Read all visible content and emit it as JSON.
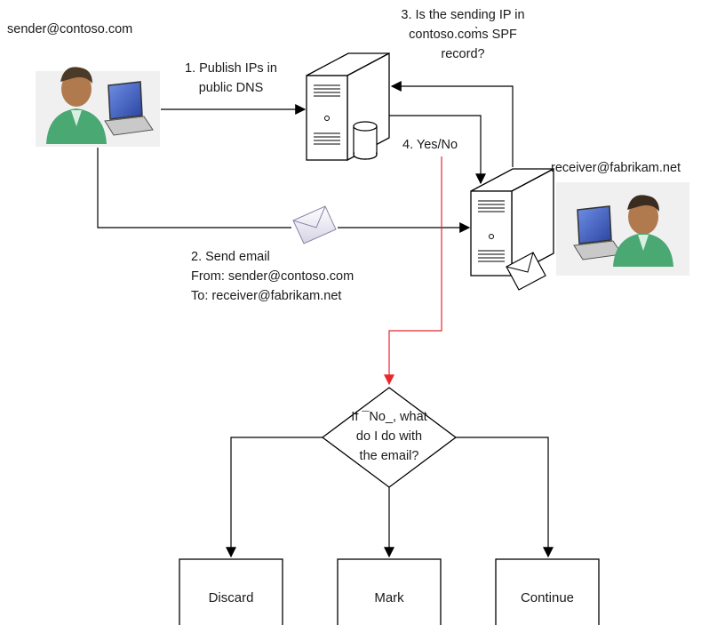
{
  "sender": {
    "address": "sender@contoso.com"
  },
  "receiver": {
    "address": "receiver@fabrikam.net"
  },
  "steps": {
    "step1": {
      "line1": "1. Publish IPs in",
      "line2": "public DNS"
    },
    "step2": {
      "line1": "2. Send email",
      "line2": "From: sender@contoso.com",
      "line3": "To: receiver@fabrikam.net"
    },
    "step3": {
      "line1": "3. Is the sending IP in",
      "line2": "contoso.com̀s SPF",
      "line3": "record?"
    },
    "step4": {
      "line1": "4. Yes/No"
    }
  },
  "decision": {
    "line1": "If ¯No_, what",
    "line2": "do I do with",
    "line3": "the email?"
  },
  "outcomes": [
    "Discard",
    "Mark",
    "Continue"
  ],
  "colors": {
    "line": "#000000",
    "decision_arrow": "#e8262b",
    "person_skin": "#b07a4e",
    "person_shirt": "#4aa873",
    "laptop_screen": "#3c5fc2",
    "server_fill": "#ffffff"
  },
  "icons": [
    "person-laptop-icon",
    "server-icon",
    "database-icon",
    "envelope-icon"
  ]
}
